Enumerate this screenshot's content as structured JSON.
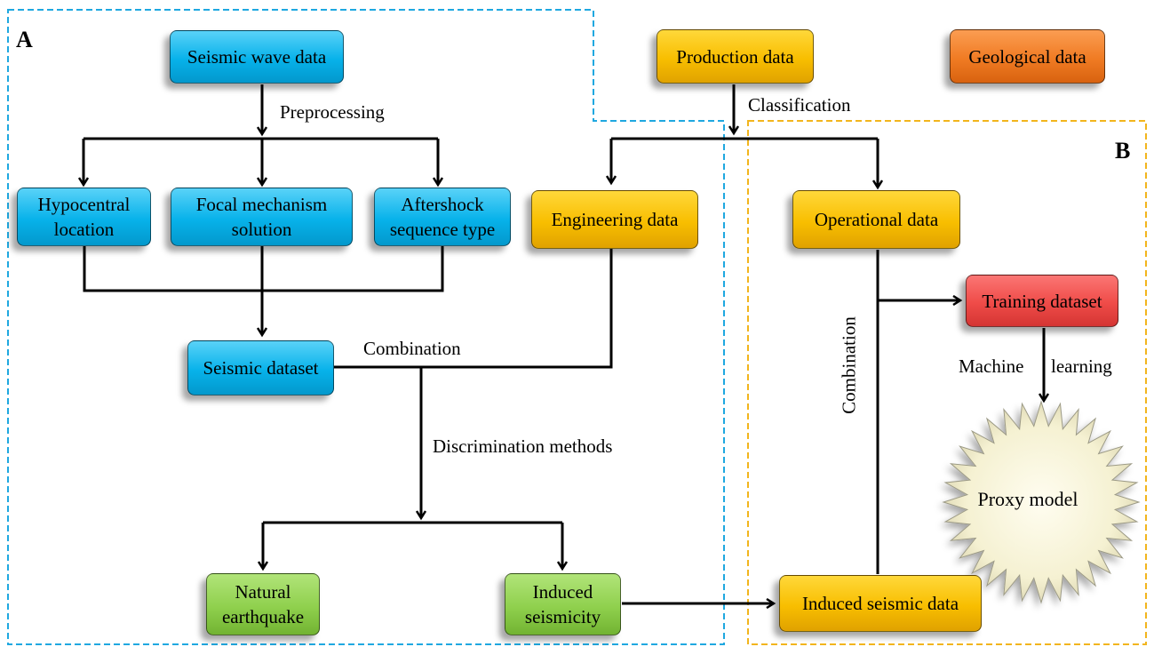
{
  "panels": {
    "a_label": "A",
    "b_label": "B"
  },
  "nodes": {
    "seismic_wave": "Seismic wave data",
    "production": "Production data",
    "geological": "Geological data",
    "hypocentral": [
      "Hypocentral",
      "location"
    ],
    "focal": [
      "Focal mechanism",
      "solution"
    ],
    "aftershock": [
      "Aftershock",
      "sequence type"
    ],
    "engineering": "Engineering data",
    "operational": "Operational data",
    "seismic_dataset": "Seismic dataset",
    "training": "Training dataset",
    "natural": [
      "Natural",
      "earthquake"
    ],
    "induced_seismicity": [
      "Induced",
      "seismicity"
    ],
    "induced_data": "Induced seismic data",
    "proxy": "Proxy model"
  },
  "edge_labels": {
    "preprocessing": "Preprocessing",
    "classification": "Classification",
    "combination_left": "Combination",
    "discrimination": "Discrimination methods",
    "combination_right": "Combination",
    "machine": "Machine",
    "learning": "learning"
  },
  "colors": {
    "blue": "#07b2ea",
    "yellow": "#f8be00",
    "orange": "#f07b23",
    "red": "#ef4b48",
    "green": "#8fd04d",
    "panel_a_border": "#1fa8e0",
    "panel_b_border": "#f2b51d",
    "star_fill": "#f8f5dc"
  }
}
